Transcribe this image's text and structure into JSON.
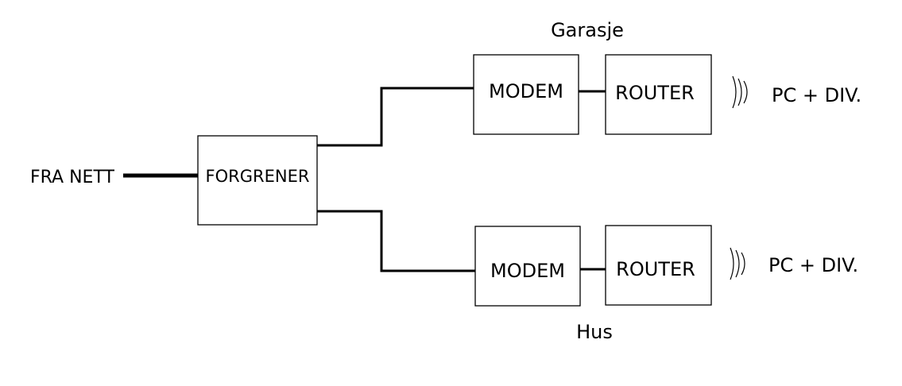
{
  "source_label": "FRA NETT",
  "splitter": {
    "label": "FORGRENER"
  },
  "branches": [
    {
      "location": "Garasje",
      "modem": "MODEM",
      "router": "ROUTER",
      "devices": "PC + DIV."
    },
    {
      "location": "Hus",
      "modem": "MODEM",
      "router": "ROUTER",
      "devices": "PC + DIV."
    }
  ],
  "icons": [
    "wifi-signal-icon",
    "wifi-signal-icon"
  ]
}
